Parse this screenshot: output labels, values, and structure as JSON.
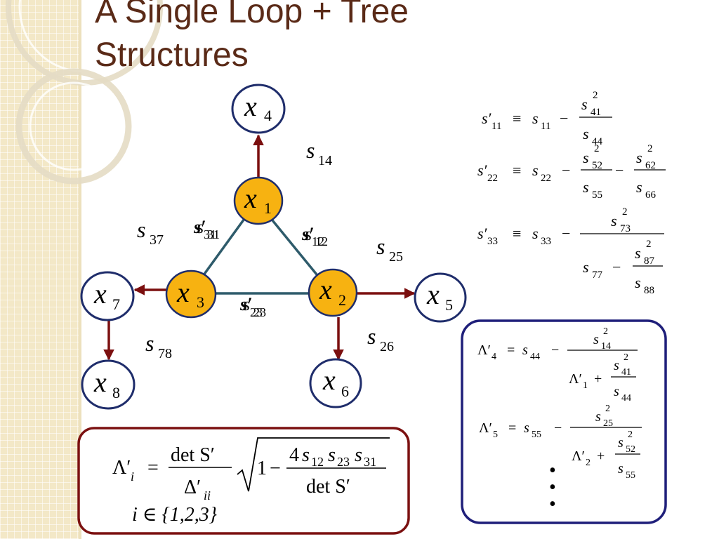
{
  "slide": {
    "title_line1": "A Single Loop + Tree",
    "title_line2": "Structures"
  },
  "nodes": [
    {
      "id": "x1",
      "v": "x",
      "sub": "1",
      "type": "loop"
    },
    {
      "id": "x2",
      "v": "x",
      "sub": "2",
      "type": "loop"
    },
    {
      "id": "x3",
      "v": "x",
      "sub": "3",
      "type": "loop"
    },
    {
      "id": "x4",
      "v": "x",
      "sub": "4",
      "type": "tree"
    },
    {
      "id": "x5",
      "v": "x",
      "sub": "5",
      "type": "tree"
    },
    {
      "id": "x6",
      "v": "x",
      "sub": "6",
      "type": "tree"
    },
    {
      "id": "x7",
      "v": "x",
      "sub": "7",
      "type": "tree"
    },
    {
      "id": "x8",
      "v": "x",
      "sub": "8",
      "type": "tree"
    }
  ],
  "loop_edges": [
    {
      "from": "x1",
      "to": "x2"
    },
    {
      "from": "x2",
      "to": "x3"
    },
    {
      "from": "x3",
      "to": "x1"
    }
  ],
  "tree_arrows": [
    {
      "from": "x1",
      "to": "x4"
    },
    {
      "from": "x2",
      "to": "x5"
    },
    {
      "from": "x2",
      "to": "x6"
    },
    {
      "from": "x3",
      "to": "x7"
    },
    {
      "from": "x7",
      "to": "x8"
    }
  ],
  "edge_labels": [
    {
      "v": "s",
      "sub": "14"
    },
    {
      "v": "s",
      "sub": "25"
    },
    {
      "v": "s",
      "sub": "26"
    },
    {
      "v": "s",
      "sub": "37"
    },
    {
      "v": "s",
      "sub": "78"
    },
    {
      "v": "s′",
      "sub": "12",
      "overlay": "s",
      "overlay_sub": "12"
    },
    {
      "v": "s′",
      "sub": "23",
      "overlay": "s",
      "overlay_sub": "23"
    },
    {
      "v": "s′",
      "sub": "31",
      "overlay": "s",
      "overlay_sub": "31"
    }
  ],
  "equations": {
    "e11": {
      "lhs": "s′",
      "lhs_sub": "11",
      "op": "≡",
      "s": "s",
      "s_sub": "11",
      "minus": "−",
      "num": "s",
      "num_sub": "41",
      "num_sup": "2",
      "den": "s",
      "den_sub": "44"
    },
    "e22": {
      "lhs": "s′",
      "lhs_sub": "22",
      "op": "≡",
      "s": "s",
      "s_sub": "22",
      "minus": "−",
      "f1_num": "s",
      "f1_num_sub": "52",
      "f1_num_sup": "2",
      "f1_den": "s",
      "f1_den_sub": "55",
      "f2_num": "s",
      "f2_num_sub": "62",
      "f2_num_sup": "2",
      "f2_den": "s",
      "f2_den_sub": "66"
    },
    "e33": {
      "lhs": "s′",
      "lhs_sub": "33",
      "op": "≡",
      "s": "s",
      "s_sub": "33",
      "minus": "−",
      "num": "s",
      "num_sub": "73",
      "num_sup": "2",
      "den_s": "s",
      "den_s_sub": "77",
      "inner_num": "s",
      "inner_num_sub": "87",
      "inner_num_sup": "2",
      "inner_den": "s",
      "inner_den_sub": "88"
    }
  },
  "lambda_box": {
    "l4": {
      "lhs": "Λ′",
      "lhs_sub": "4",
      "eq": "=",
      "s": "s",
      "s_sub": "44",
      "minus": "−",
      "num": "s",
      "num_sub": "14",
      "num_sup": "2",
      "den_L": "Λ′",
      "den_L_sub": "1",
      "plus": "+",
      "inner_num": "s",
      "inner_num_sub": "41",
      "inner_num_sup": "2",
      "inner_den": "s",
      "inner_den_sub": "44"
    },
    "l5": {
      "lhs": "Λ′",
      "lhs_sub": "5",
      "eq": "=",
      "s": "s",
      "s_sub": "55",
      "minus": "−",
      "num": "s",
      "num_sub": "25",
      "num_sup": "2",
      "den_L": "Λ′",
      "den_L_sub": "2",
      "plus": "+",
      "inner_num": "s",
      "inner_num_sub": "52",
      "inner_num_sup": "2",
      "inner_den": "s",
      "inner_den_sub": "55"
    },
    "dots": [
      "•",
      "•",
      "•"
    ]
  },
  "formula_box": {
    "lhs": "Λ′",
    "lhs_sub": "i",
    "eq": "=",
    "num": "det S′",
    "den": "Δ′",
    "den_sub": "ii",
    "root_one": "1",
    "root_minus": "−",
    "root_num_coef": "4",
    "root_num_s1": "s",
    "root_num_s1_sub": "12",
    "root_num_s2": "s",
    "root_num_s2_sub": "23",
    "root_num_s3": "s",
    "root_num_s3_sub": "31",
    "root_den": "det S′",
    "index": "i ∈ {1,2,3}"
  },
  "colors": {
    "title": "#5a2a17",
    "loop_fill": "#f7b211",
    "node_stroke": "#1f2d6b",
    "arrow": "#7b0f0f",
    "loop_edge": "#2e5b6b",
    "lambda_border": "#1f1f7a",
    "formula_border": "#7b1010",
    "strip": "#f3e8c7"
  }
}
